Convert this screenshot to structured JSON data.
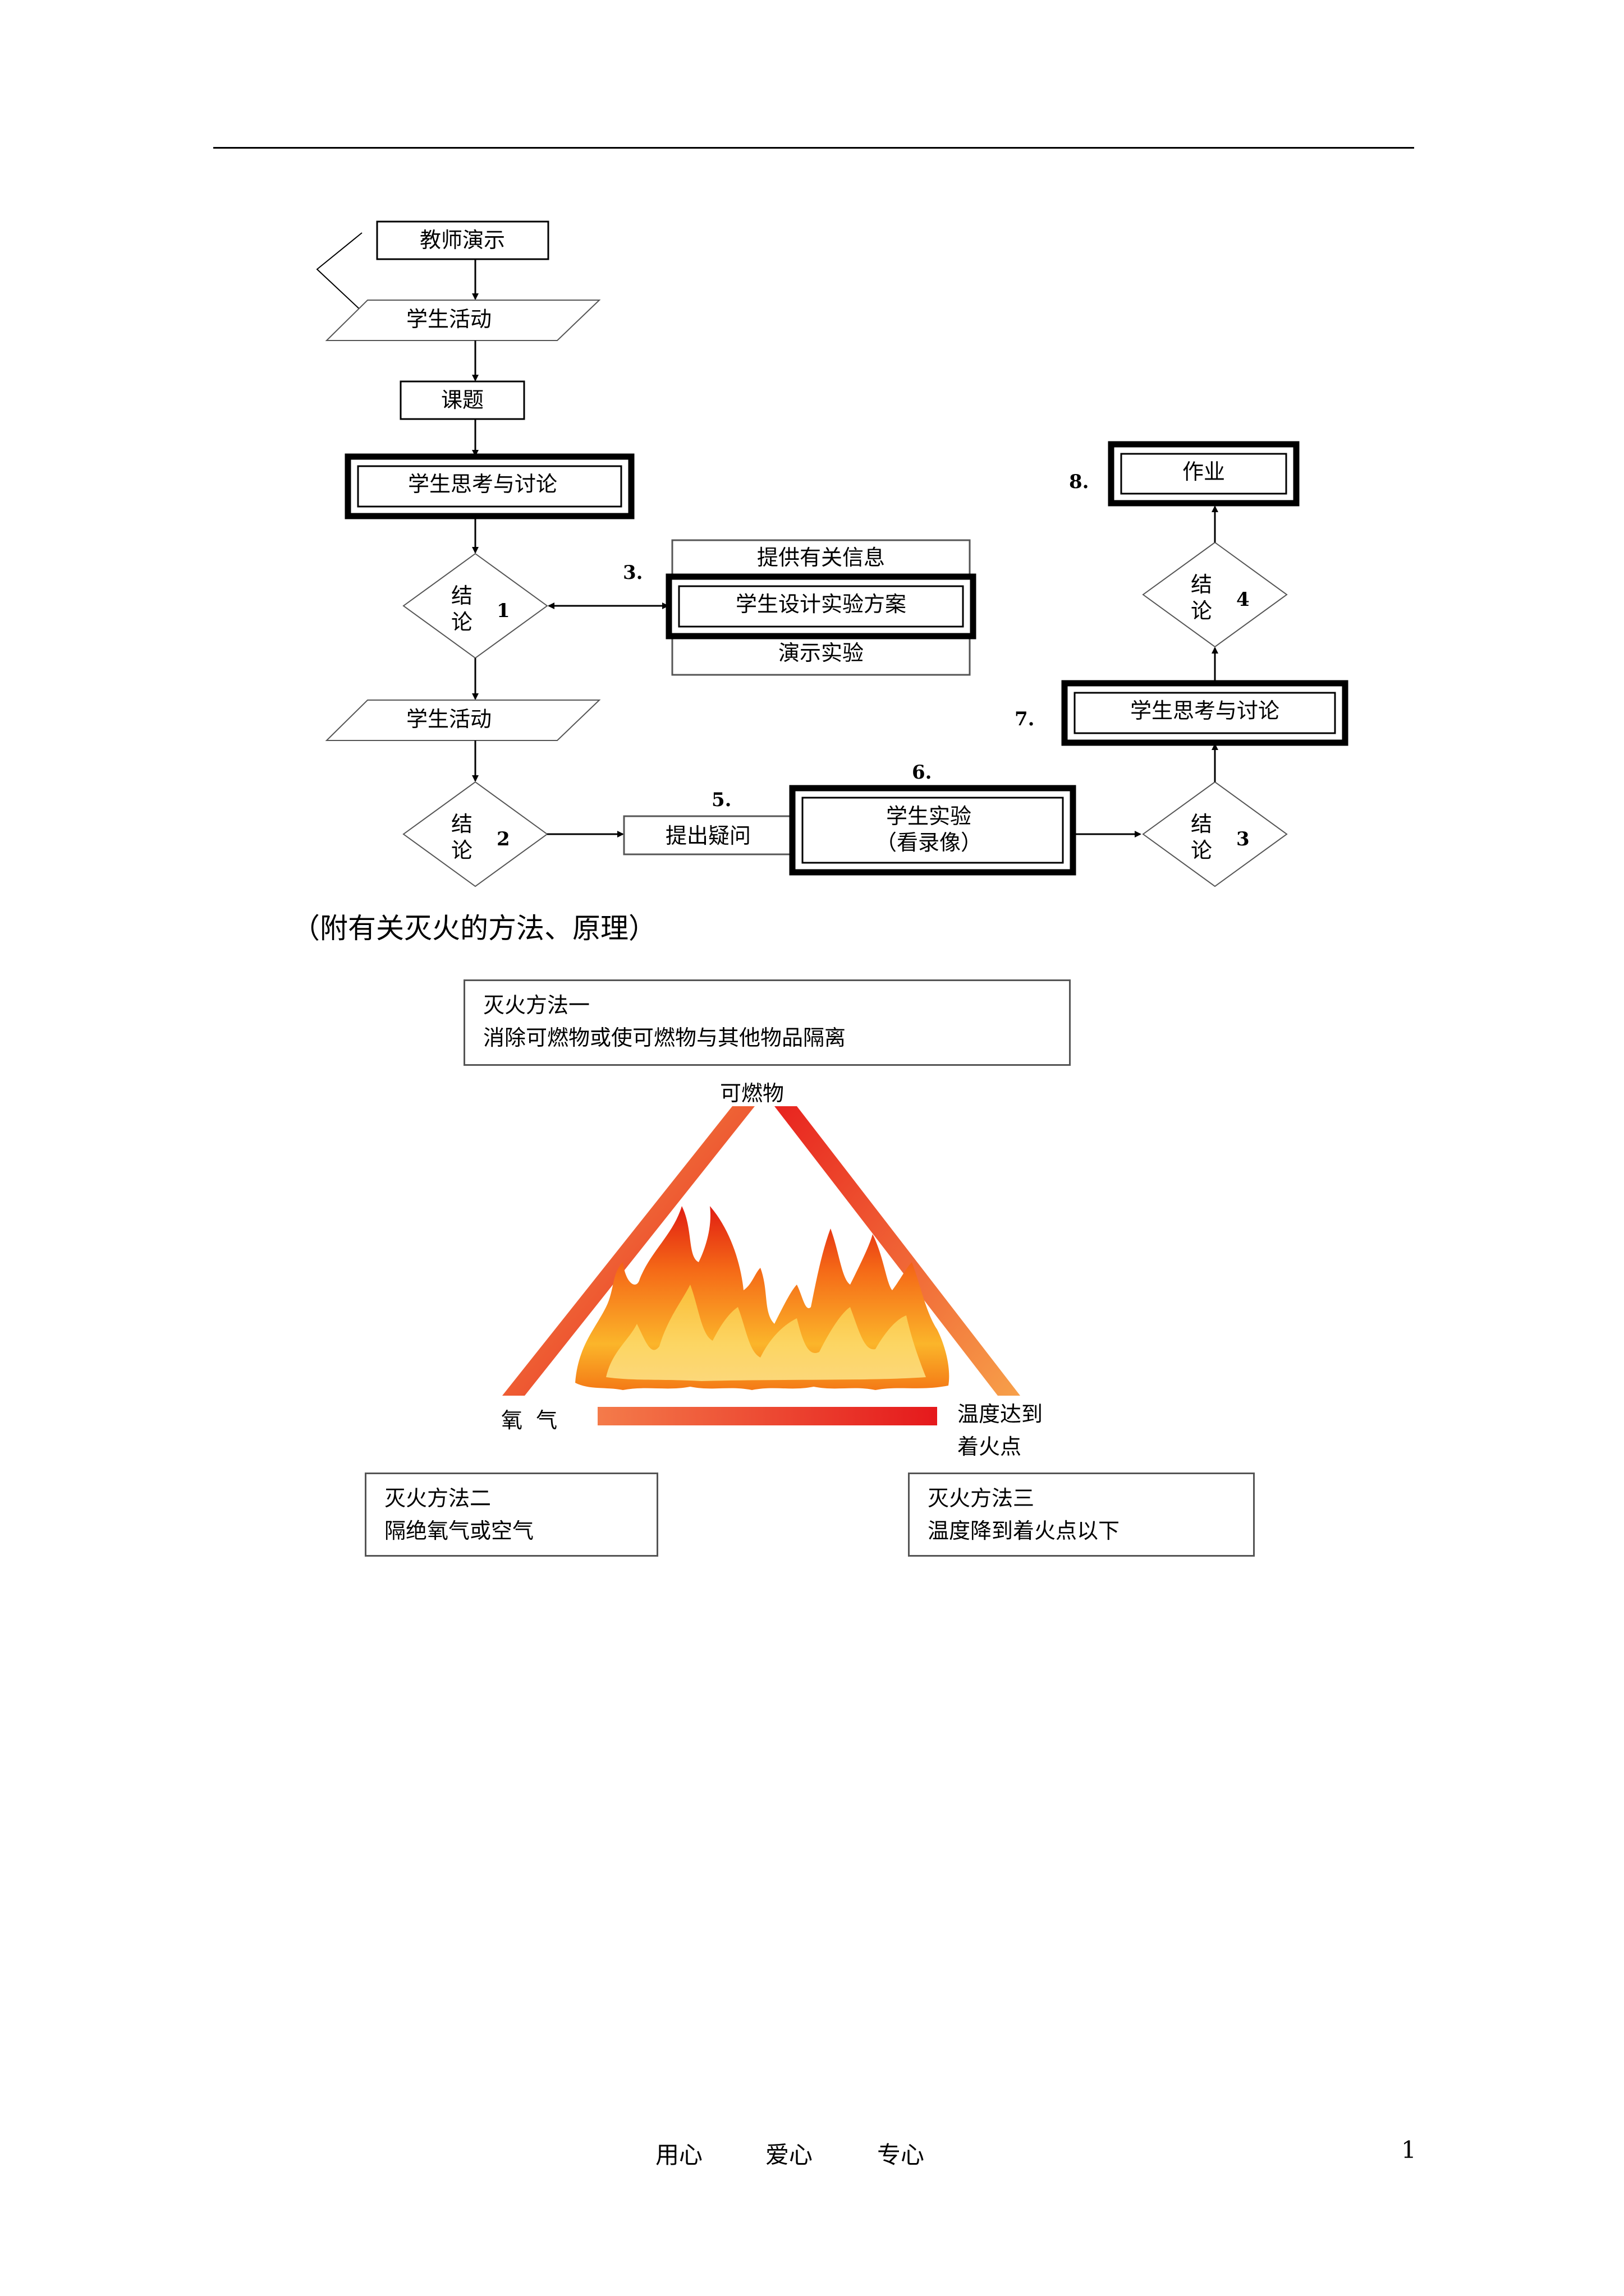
{
  "flowchart": {
    "teacher_demo": "教师演示",
    "student_activity_1": "学生活动",
    "topic": "课题",
    "think_discuss_1": "学生思考与讨论",
    "conclusion_char_1": "结",
    "conclusion_char_2": "论",
    "conclusion_1_num": "1",
    "conclusion_2_num": "2",
    "conclusion_3_num": "3",
    "conclusion_4_num": "4",
    "provide_info": "提供有关信息",
    "design_experiment": "学生设计实验方案",
    "demo_experiment": "演示实验",
    "student_activity_2": "学生活动",
    "raise_question": "提出疑问",
    "student_experiment_line1": "学生实验",
    "student_experiment_line2": "（看录像）",
    "think_discuss_2": "学生思考与讨论",
    "homework": "作业",
    "step_3": "3.",
    "step_5": "5.",
    "step_6": "6.",
    "step_7": "7.",
    "step_8": "8.",
    "return_mark": "↵"
  },
  "caption": "（附有关灭火的方法、原理）",
  "fire_triangle": {
    "top_label": "可燃物",
    "left_label": "氧  气",
    "right_label_line1": "温度达到",
    "right_label_line2": "着火点",
    "method1_title": "灭火方法一",
    "method1_desc": "消除可燃物或使可燃物与其他物品隔离",
    "method2_title": "灭火方法二",
    "method2_desc": "隔绝氧气或空气",
    "method3_title": "灭火方法三",
    "method3_desc": "温度降到着火点以下"
  },
  "footer": {
    "word1": "用心",
    "word2": "爱心",
    "word3": "专心",
    "page_number": "1"
  }
}
